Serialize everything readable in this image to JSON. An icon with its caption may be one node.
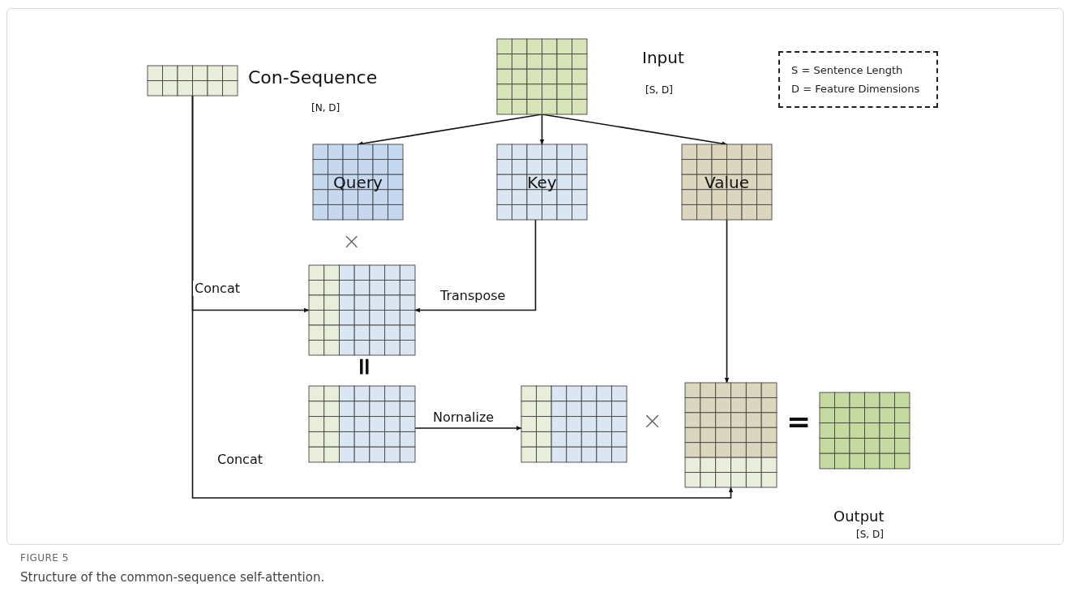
{
  "diagram": {
    "title": "FIGURE 5",
    "caption": "Structure of the common-sequence self-attention.",
    "nodes": [
      {
        "text": [],
        "shape": "box",
        "beside": [
          "Con-Sequence",
          "[N, D]"
        ]
      },
      {
        "text": [],
        "shape": "box",
        "beside": [
          "Input",
          "[S, D]"
        ]
      },
      {
        "text": [
          "Query"
        ]
      },
      {
        "text": [
          "Key"
        ]
      },
      {
        "text": [
          "Value"
        ]
      },
      {
        "text": [],
        "shape": "box"
      },
      {
        "text": [],
        "shape": "box"
      },
      {
        "text": [],
        "shape": "box"
      },
      {
        "text": [],
        "shape": "box"
      },
      {
        "text": [],
        "shape": "box",
        "beside": [
          "Output",
          "[S, D]"
        ]
      },
      {
        "text": [
          "S = Sentence Length",
          "D = Feature Dimensions"
        ]
      }
    ],
    "edges": [
      {
        "from": 1,
        "to": 2,
        "arrow": "to"
      },
      {
        "from": 1,
        "to": 3,
        "arrow": "to"
      },
      {
        "from": 1,
        "to": 4,
        "arrow": "to"
      },
      {
        "from": 0,
        "to": 5,
        "arrow": "to",
        "label": "Concat"
      },
      {
        "from": 3,
        "to": 5,
        "arrow": "to",
        "label": "Transpose"
      },
      {
        "from": 4,
        "to": 8,
        "arrow": "to"
      },
      {
        "from": 6,
        "to": 7,
        "arrow": "to",
        "label": "Nornalize"
      },
      {
        "from": 0,
        "to": 8,
        "arrow": "to",
        "label": "Concat"
      }
    ],
    "labels": [
      "×",
      "=",
      "×",
      "="
    ]
  }
}
